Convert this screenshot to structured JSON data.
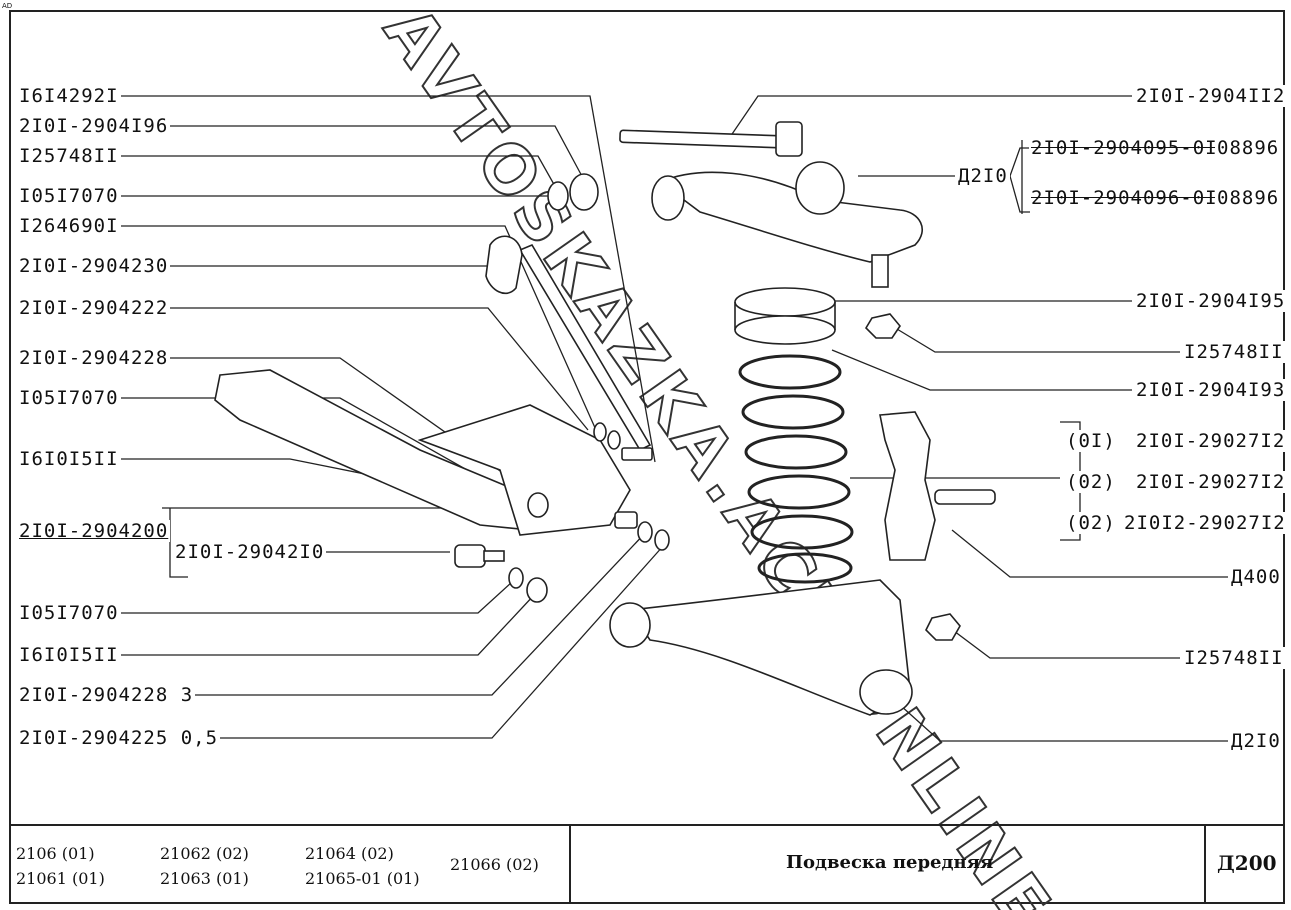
{
  "corner_mark": "AD",
  "watermark": "AVTOSKAZKA.ACH.ONLINE",
  "left_labels": [
    "I6I4292I",
    "2I0I-2904I96",
    "I25748II",
    "I05I7070",
    "I264690I",
    "2I0I-2904230",
    "2I0I-2904222",
    "2I0I-2904228",
    "I05I7070",
    "I6I0I5II",
    "2I0I-2904200",
    "2I0I-29042I0",
    "I05I7070",
    "I6I0I5II",
    "2I0I-2904228 3",
    "2I0I-2904225 0,5"
  ],
  "right_labels": {
    "top": "2I0I-2904II2",
    "group_marker": "Д2I0",
    "group_items": [
      {
        "part": "2I0I-2904095-0I",
        "note": "08896"
      },
      {
        "part": "2I0I-2904096-0I",
        "note": "08896"
      }
    ],
    "spring_seat": "2I0I-2904I95",
    "nut_1": "I25748II",
    "spring": "2I0I-2904I93",
    "knuckle_variants": [
      {
        "variant": "(0I)",
        "part": "2I0I-29027I2"
      },
      {
        "variant": "(02)",
        "part": "2I0I-29027I2"
      },
      {
        "variant": "(02)",
        "part": "2I0I2-29027I2"
      }
    ],
    "knuckle_ref": "Д400",
    "nut_2": "I25748II",
    "ball_joint": "Д2I0"
  },
  "footer": {
    "models": [
      [
        "2106 (01)",
        "21062 (02)",
        "21064 (02)",
        "21066 (02)"
      ],
      [
        "21061 (01)",
        "21063 (01)",
        "21065-01 (01)"
      ]
    ],
    "title": "Подвеска передняя",
    "code": "Д200"
  }
}
